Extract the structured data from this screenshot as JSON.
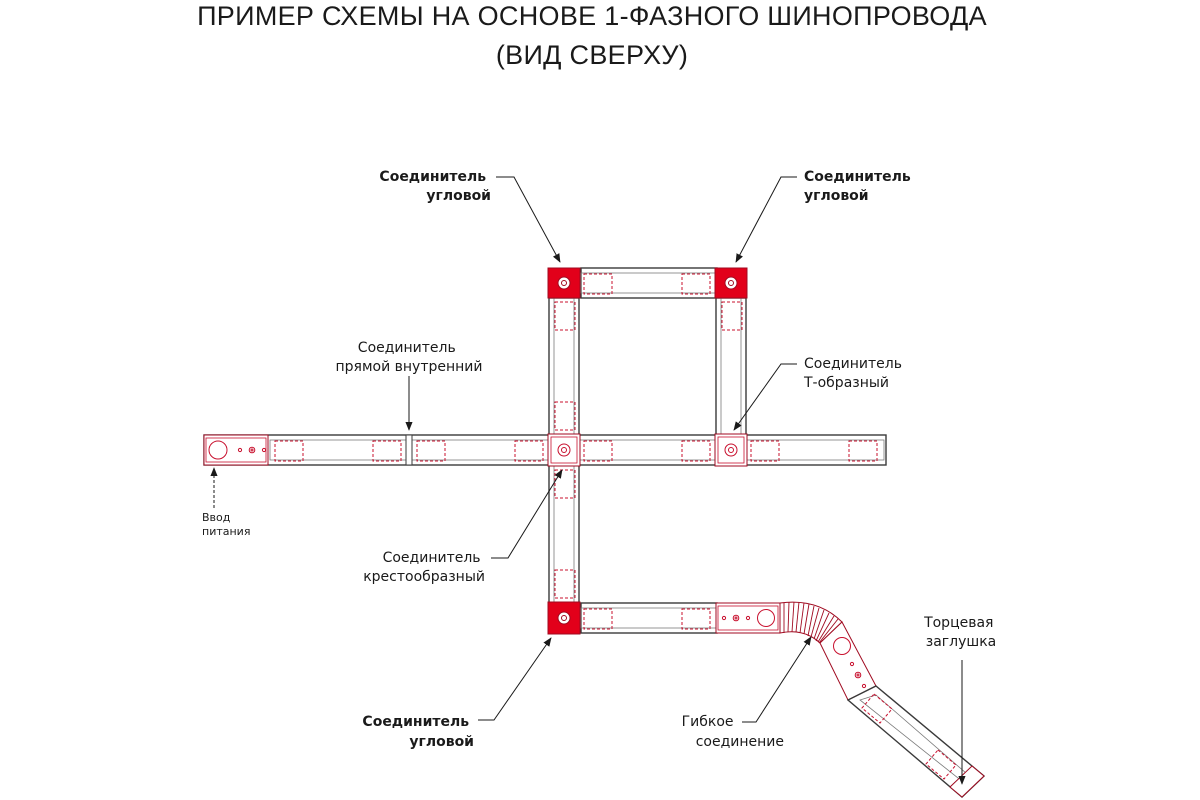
{
  "header": {
    "title": "ПРИМЕР СХЕМЫ НА ОСНОВЕ 1-ФАЗНОГО ШИНОПРОВОДА",
    "subtitle": "(ВИД СВЕРХУ)"
  },
  "labels": {
    "corner_top_left": [
      "Соединитель",
      "угловой"
    ],
    "corner_top_right": [
      "Соединитель",
      "угловой"
    ],
    "straight_inner": [
      "Соединитель",
      "прямой внутренний"
    ],
    "t_connector": [
      "Соединитель",
      "Т-образный"
    ],
    "power_input": [
      "Ввод",
      "питания"
    ],
    "cross_connector": [
      "Соединитель",
      "крестообразный"
    ],
    "corner_bottom": [
      "Соединитель",
      "угловой"
    ],
    "flexible": [
      "Гибкое",
      "соединение"
    ],
    "end_cap": [
      "Торцевая",
      "заглушка"
    ]
  },
  "colors": {
    "accent": "#e2001a",
    "outline": "#3a3a3a",
    "text": "#1a1a1a"
  }
}
